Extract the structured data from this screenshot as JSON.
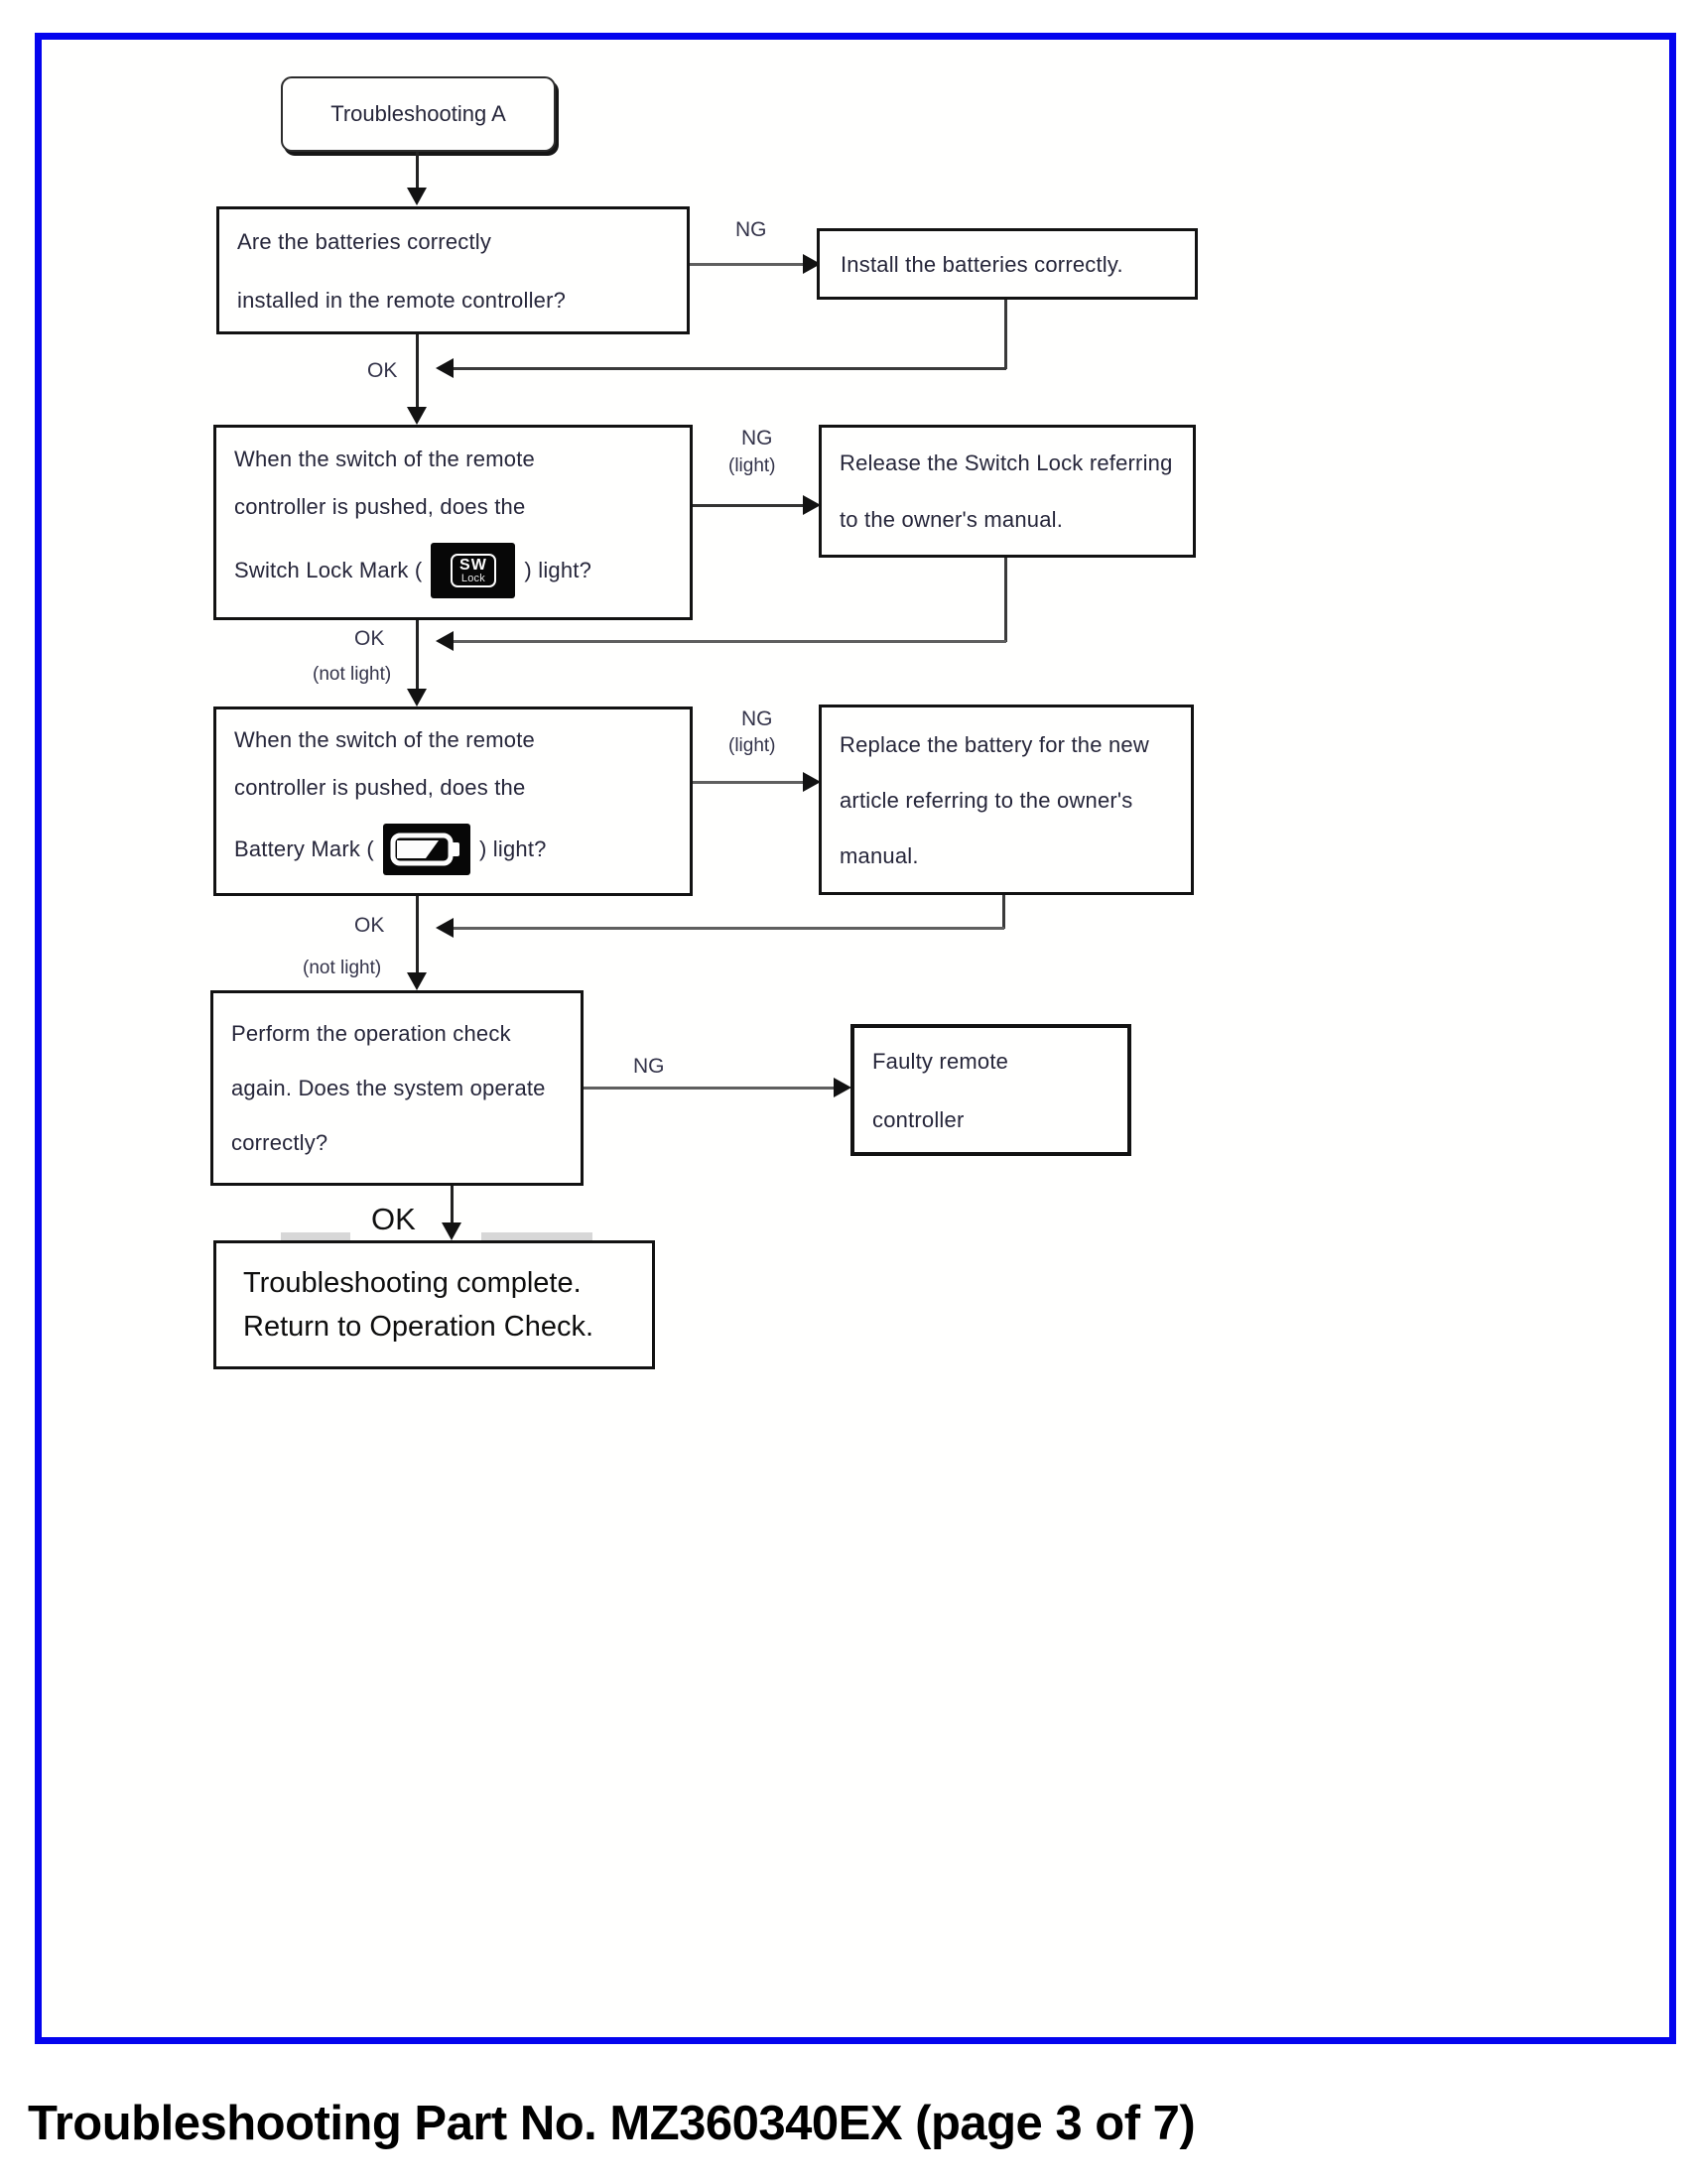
{
  "page": {
    "frame_color": "#0404ee",
    "caption": "Troubleshooting Part No. MZ360340EX (page 3 of 7)"
  },
  "labels": {
    "ng": "NG",
    "ok": "OK",
    "light": "(light)",
    "not_light": "(not light)"
  },
  "start": {
    "title": "Troubleshooting A"
  },
  "steps": {
    "q1": {
      "line1": "Are the batteries correctly",
      "line2": "installed in the remote controller?"
    },
    "a1": {
      "line1": "Install the batteries correctly."
    },
    "q2": {
      "line1": "When the switch of the remote",
      "line2": "controller is pushed, does the",
      "line3_pre": "Switch Lock Mark (",
      "line3_post": ") light?"
    },
    "a2": {
      "line1": "Release the Switch Lock referring",
      "line2": "to the owner's manual."
    },
    "q3": {
      "line1": "When the switch of the remote",
      "line2": "controller is pushed, does the",
      "line3_pre": "Battery Mark (",
      "line3_post": ") light?"
    },
    "a3": {
      "line1": "Replace the battery for the new",
      "line2": "article referring to the owner's",
      "line3": "manual."
    },
    "q4": {
      "line1": "Perform the operation check",
      "line2": "again. Does the system operate",
      "line3": "correctly?"
    },
    "a4": {
      "line1": "Faulty remote",
      "line2": "controller"
    },
    "done": {
      "line1": "Troubleshooting complete.",
      "line2": "Return to Operation Check."
    }
  },
  "icons": {
    "sw_lock": {
      "top": "SW",
      "bottom": "Lock"
    }
  }
}
